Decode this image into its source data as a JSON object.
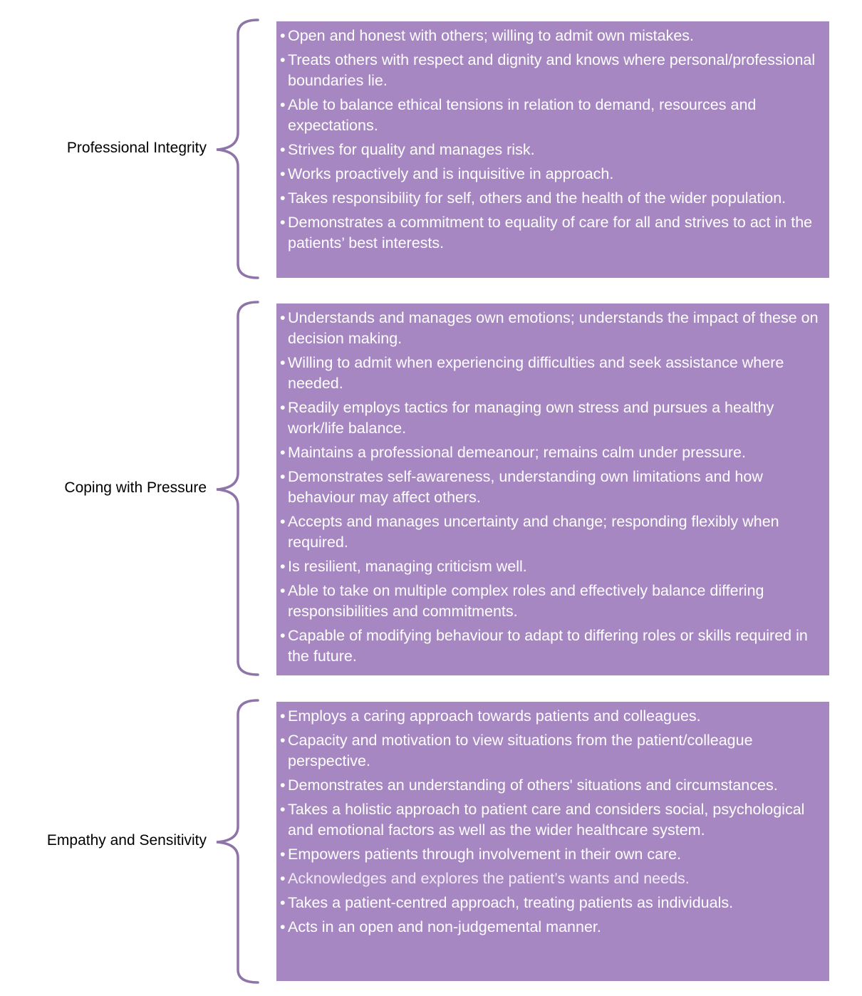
{
  "colors": {
    "box_fill": "#a787c2",
    "brace_stroke": "#8e74a8",
    "box_text": "#ffffff",
    "label_text": "#000000"
  },
  "bullet_glyph": "•",
  "sections": [
    {
      "label": "Professional Integrity",
      "items": [
        "Open and honest with others; willing to admit own mistakes.",
        "Treats others with respect and dignity and knows where personal/professional boundaries lie.",
        "Able to balance ethical tensions in relation to demand, resources and expectations.",
        "Strives for quality and manages risk.",
        "Works proactively and is inquisitive in approach.",
        "Takes responsibility for self, others and the health of the wider population.",
        "Demonstrates a commitment to equality of care for all and strives to act in the patients’ best interests."
      ]
    },
    {
      "label": "Coping with Pressure",
      "items": [
        "Understands and manages own emotions; understands the impact of these on decision making.",
        "Willing to admit when experiencing difficulties and seek assistance where needed.",
        "Readily employs tactics for managing own stress and pursues a healthy work/life balance.",
        "Maintains a professional demeanour; remains calm under pressure.",
        "Demonstrates self-awareness, understanding own limitations and how behaviour may affect others.",
        "Accepts and manages uncertainty and change; responding flexibly when required.",
        "Is resilient, managing criticism well.",
        "Able to take on multiple complex roles and effectively balance differing responsibilities and commitments.",
        "Capable of modifying behaviour to adapt to differing roles or skills required in the future."
      ]
    },
    {
      "label": "Empathy and Sensitivity",
      "items": [
        "Employs a caring approach towards patients and colleagues.",
        "Capacity and motivation to view situations from the patient/colleague perspective.",
        "Demonstrates an understanding of others' situations and circumstances.",
        "Takes a holistic approach to patient care and considers social, psychological and emotional factors as well as the wider healthcare system.",
        "Empowers patients through involvement in their own care.",
        "Acknowledges and explores the patient’s wants and needs.",
        "Takes a patient-centred approach, treating patients as individuals.",
        "Acts in an open and non-judgemental manner."
      ]
    }
  ]
}
